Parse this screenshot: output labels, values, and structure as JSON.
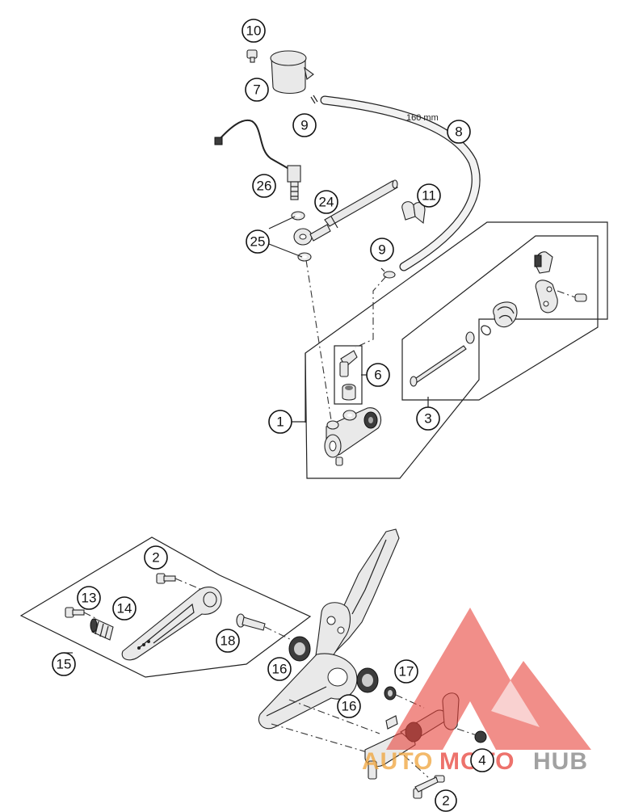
{
  "callouts": [
    {
      "id": "c10a",
      "label": "10"
    },
    {
      "id": "c7",
      "label": "7"
    },
    {
      "id": "c9a",
      "label": "9"
    },
    {
      "id": "c8",
      "label": "8"
    },
    {
      "id": "c26",
      "label": "26"
    },
    {
      "id": "c24",
      "label": "24"
    },
    {
      "id": "c11",
      "label": "11"
    },
    {
      "id": "c25",
      "label": "25"
    },
    {
      "id": "c9b",
      "label": "9"
    },
    {
      "id": "c6",
      "label": "6"
    },
    {
      "id": "c1",
      "label": "1"
    },
    {
      "id": "c3",
      "label": "3"
    },
    {
      "id": "c2a",
      "label": "2"
    },
    {
      "id": "c13",
      "label": "13"
    },
    {
      "id": "c14",
      "label": "14"
    },
    {
      "id": "c15",
      "label": "15"
    },
    {
      "id": "c18",
      "label": "18"
    },
    {
      "id": "c16a",
      "label": "16"
    },
    {
      "id": "c17",
      "label": "17"
    },
    {
      "id": "c16b",
      "label": "16"
    },
    {
      "id": "c4",
      "label": "4"
    },
    {
      "id": "c2b",
      "label": "2"
    }
  ],
  "dimension_label": "160 mm",
  "watermark": {
    "word_auto": "AUTO",
    "word_moto": "MOTO",
    "word_hub": "HUB",
    "color_triangle": "#e8443c",
    "color_auto": "#f0a43a",
    "color_moto": "#e8443c",
    "color_hub": "#8a8a8a"
  }
}
